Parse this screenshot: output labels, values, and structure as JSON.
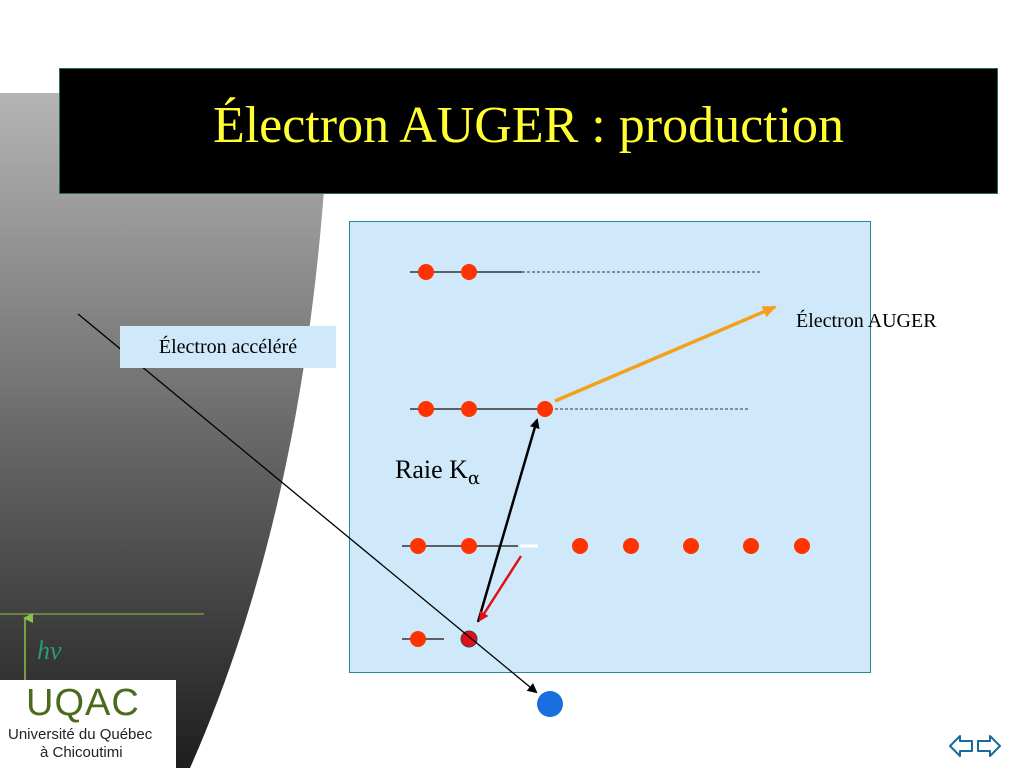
{
  "slide": {
    "title": "Électron AUGER : production"
  },
  "diagram": {
    "accelerated_electron_label": "Électron accéléré",
    "auger_electron_label": "Électron AUGER",
    "raie_label": "Raie K",
    "raie_subscript": "α",
    "photon_label": "hν"
  },
  "logo": {
    "mark": "UQAC",
    "line1": "Université du Québec",
    "line2": "à Chicoutimi"
  },
  "colors": {
    "title_text": "#ffff33",
    "title_bg": "#000000",
    "diagram_bg": "#cfe9fb",
    "electron": "#ff3300",
    "incoming_electron": "#1a6fe0",
    "auger_arrow": "#f5a01a",
    "vacancy_arrow": "#e0101a",
    "photon_accent": "#2a9a7a",
    "logo_green": "#4a6b1c"
  },
  "icons": {
    "navigation": "double-arrow-icon"
  }
}
